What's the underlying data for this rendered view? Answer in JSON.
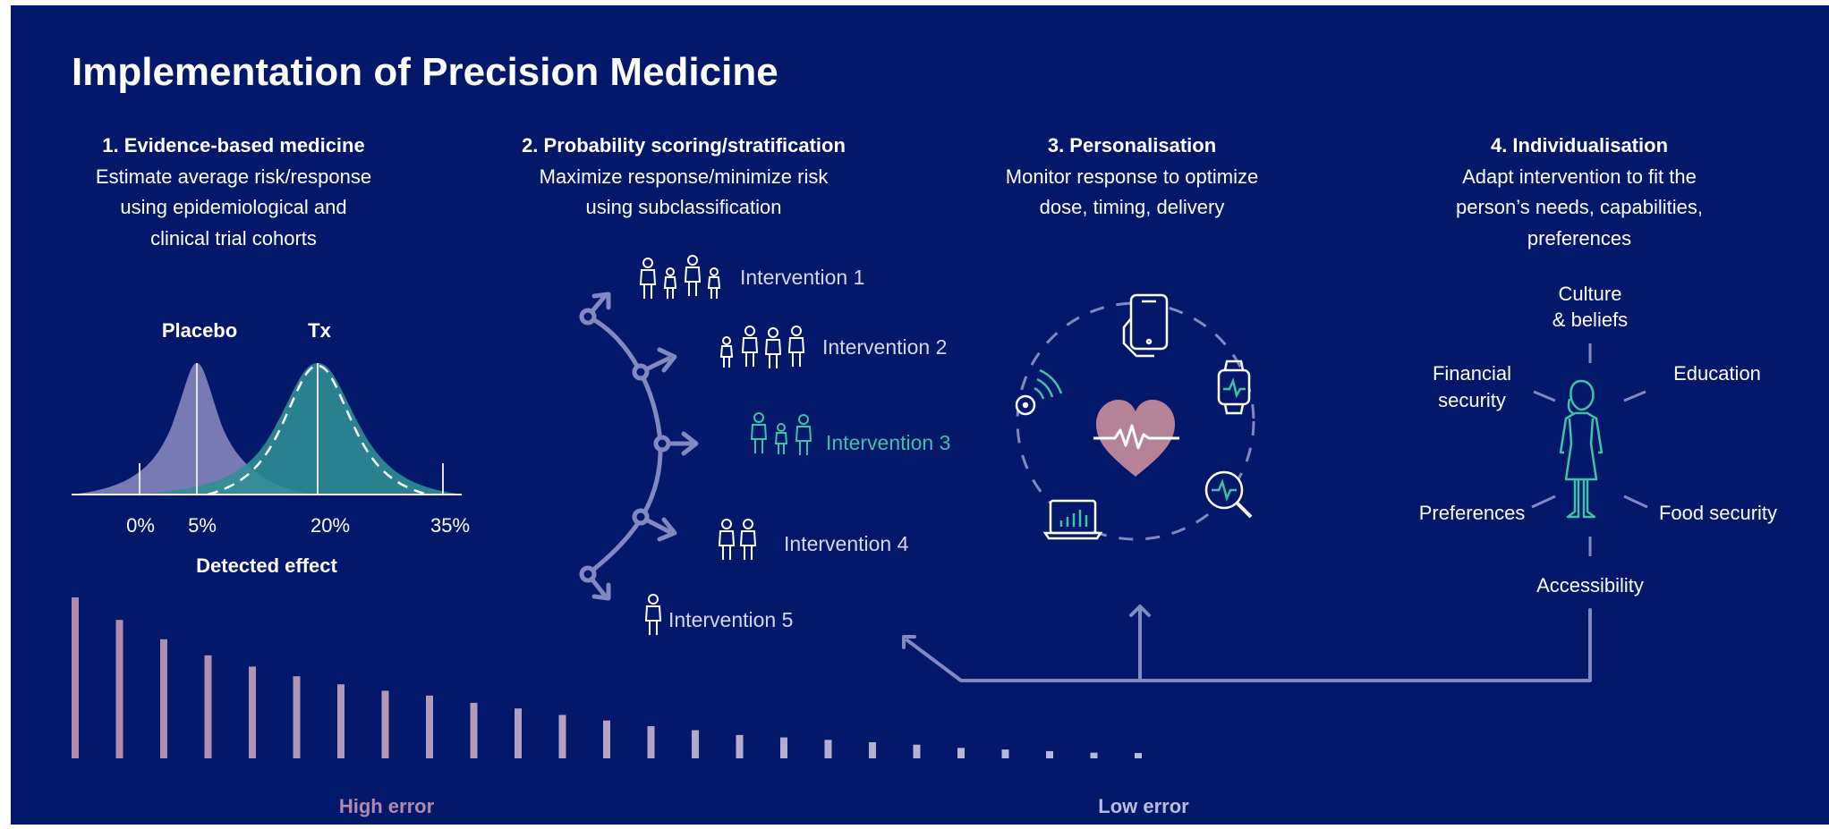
{
  "title": "Implementation of Precision Medicine",
  "sections": [
    {
      "heading": "1. Evidence-based medicine",
      "lines": [
        "Estimate average risk/response",
        "using epidemiological and",
        "clinical trial cohorts"
      ]
    },
    {
      "heading": "2. Probability scoring/stratification",
      "lines": [
        "Maximize response/minimize risk",
        "using subclassification"
      ]
    },
    {
      "heading": "3. Personalisation",
      "lines": [
        "Monitor response to optimize",
        "dose, timing, delivery"
      ]
    },
    {
      "heading": "4. Individualisation",
      "lines": [
        "Adapt intervention to fit the",
        "person’s needs, capabilities,",
        "preferences"
      ]
    }
  ],
  "distribution": {
    "placebo_label": "Placebo",
    "tx_label": "Tx",
    "ticks": [
      "0%",
      "5%",
      "20%",
      "35%"
    ],
    "axis_label": "Detected effect"
  },
  "interventions": [
    "Intervention 1",
    "Intervention 2",
    "Intervention 3",
    "Intervention 4",
    "Intervention 5"
  ],
  "factors": {
    "culture": [
      "Culture",
      "& beliefs"
    ],
    "financial": [
      "Financial",
      "security"
    ],
    "education": "Education",
    "preferences": "Preferences",
    "food": "Food security",
    "accessibility": "Accessibility"
  },
  "error_scale": {
    "high_label": "High error",
    "low_label": "Low error",
    "levels": [
      1.0,
      0.86,
      0.74,
      0.64,
      0.57,
      0.51,
      0.46,
      0.42,
      0.39,
      0.345,
      0.31,
      0.27,
      0.235,
      0.2,
      0.175,
      0.145,
      0.13,
      0.115,
      0.1,
      0.085,
      0.065,
      0.055,
      0.045,
      0.035,
      0.028
    ]
  },
  "colors": {
    "background": "#03176b",
    "placebo": "#7d7fb8",
    "tx": "#2f8e95",
    "accent_teal": "#3ec2a8",
    "heart": "#b58297",
    "arrows": "#8089c0",
    "high_error": "#b08aa8",
    "low_error": "#b6bde0"
  }
}
